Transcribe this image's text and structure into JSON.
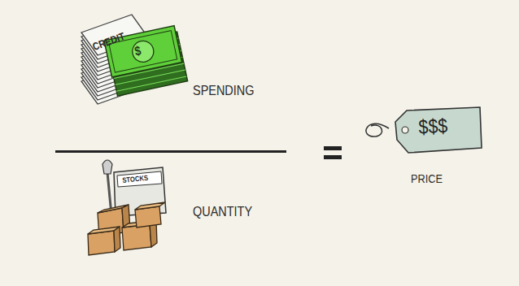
{
  "diagram": {
    "labels": [
      "CREDIT",
      "$",
      "SPENDING",
      "STOCKS",
      "QUANTITY",
      "$$$",
      "PRICE"
    ]
  }
}
